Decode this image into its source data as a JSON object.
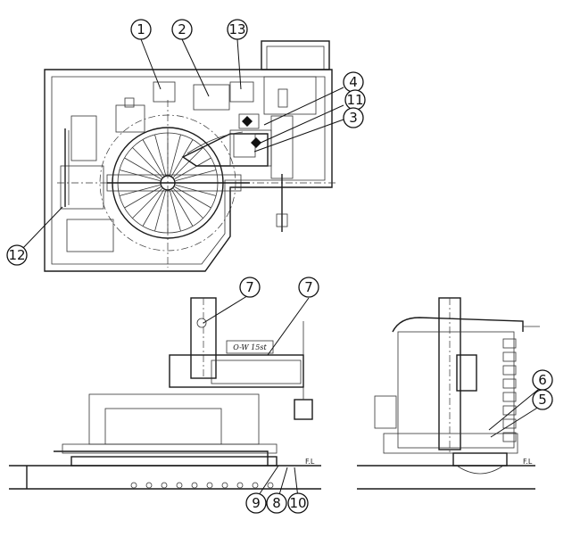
{
  "diagram": {
    "plate_text": "O-W 15st",
    "ref_mark_left": "F.L",
    "ref_mark_right": "F.L",
    "callouts": [
      "1",
      "2",
      "13",
      "4",
      "11",
      "3",
      "12",
      "7",
      "7",
      "6",
      "5",
      "9",
      "8",
      "10"
    ]
  }
}
